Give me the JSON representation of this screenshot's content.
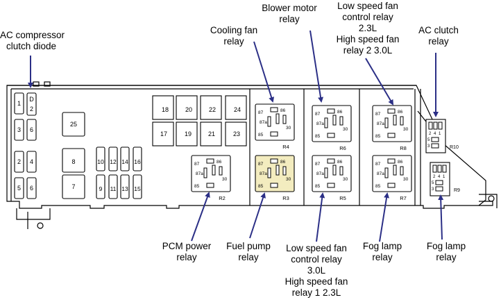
{
  "callouts": {
    "ac_diode": [
      "AC compressor",
      "clutch diode"
    ],
    "cooling_fan": [
      "Cooling fan",
      "relay"
    ],
    "blower_motor": [
      "Blower motor",
      "relay"
    ],
    "low_fan_23": [
      "Low speed fan",
      "control relay",
      "2.3L",
      "High speed fan",
      "relay 2 3.0L"
    ],
    "ac_clutch": [
      "AC clutch",
      "relay"
    ],
    "pcm_power": [
      "PCM power",
      "relay"
    ],
    "fuel_pump": [
      "Fuel pump",
      "relay"
    ],
    "low_fan_30": [
      "Low speed fan",
      "control relay",
      "3.0L",
      "High speed fan",
      "relay 1 2.3L"
    ],
    "fog_lamp_left": [
      "Fog lamp",
      "relay"
    ],
    "fog_lamp_right": [
      "Fog lamp",
      "relay"
    ]
  },
  "fuses": {
    "col1": [
      "1",
      "3",
      "2",
      "5"
    ],
    "col2": [
      "2",
      "6",
      "4",
      "6"
    ],
    "top_d": "D",
    "big": [
      "25",
      "8",
      "7"
    ],
    "small": [
      "10",
      "12",
      "14",
      "16",
      "9",
      "11",
      "13",
      "15"
    ],
    "grid": [
      "18",
      "20",
      "22",
      "24",
      "17",
      "19",
      "21",
      "23"
    ]
  },
  "relays": [
    {
      "name": "R2",
      "pins": [
        "87",
        "86",
        "87a",
        "30",
        "85"
      ]
    },
    {
      "name": "R3",
      "pins": [
        "87",
        "86",
        "87a",
        "30",
        "85"
      ]
    },
    {
      "name": "R4",
      "pins": [
        "87",
        "86",
        "87a",
        "30",
        "85"
      ]
    },
    {
      "name": "R5",
      "pins": [
        "87",
        "86",
        "87a",
        "30",
        "85"
      ]
    },
    {
      "name": "R6",
      "pins": [
        "87",
        "86",
        "87a",
        "30",
        "85"
      ]
    },
    {
      "name": "R7",
      "pins": [
        "87",
        "86",
        "87a",
        "30",
        "85"
      ]
    },
    {
      "name": "R8",
      "pins": [
        "87",
        "86",
        "87a",
        "30",
        "85"
      ]
    }
  ],
  "small_relays": [
    {
      "name": "R10",
      "pins": [
        "2",
        "4",
        "1",
        "5",
        "3"
      ]
    },
    {
      "name": "R9",
      "pins": [
        "2",
        "4",
        "1",
        "5",
        "3"
      ]
    }
  ],
  "colors": {
    "line": "#000000",
    "arrow": "#2b2f86",
    "highlight": "#f3ecbf"
  }
}
